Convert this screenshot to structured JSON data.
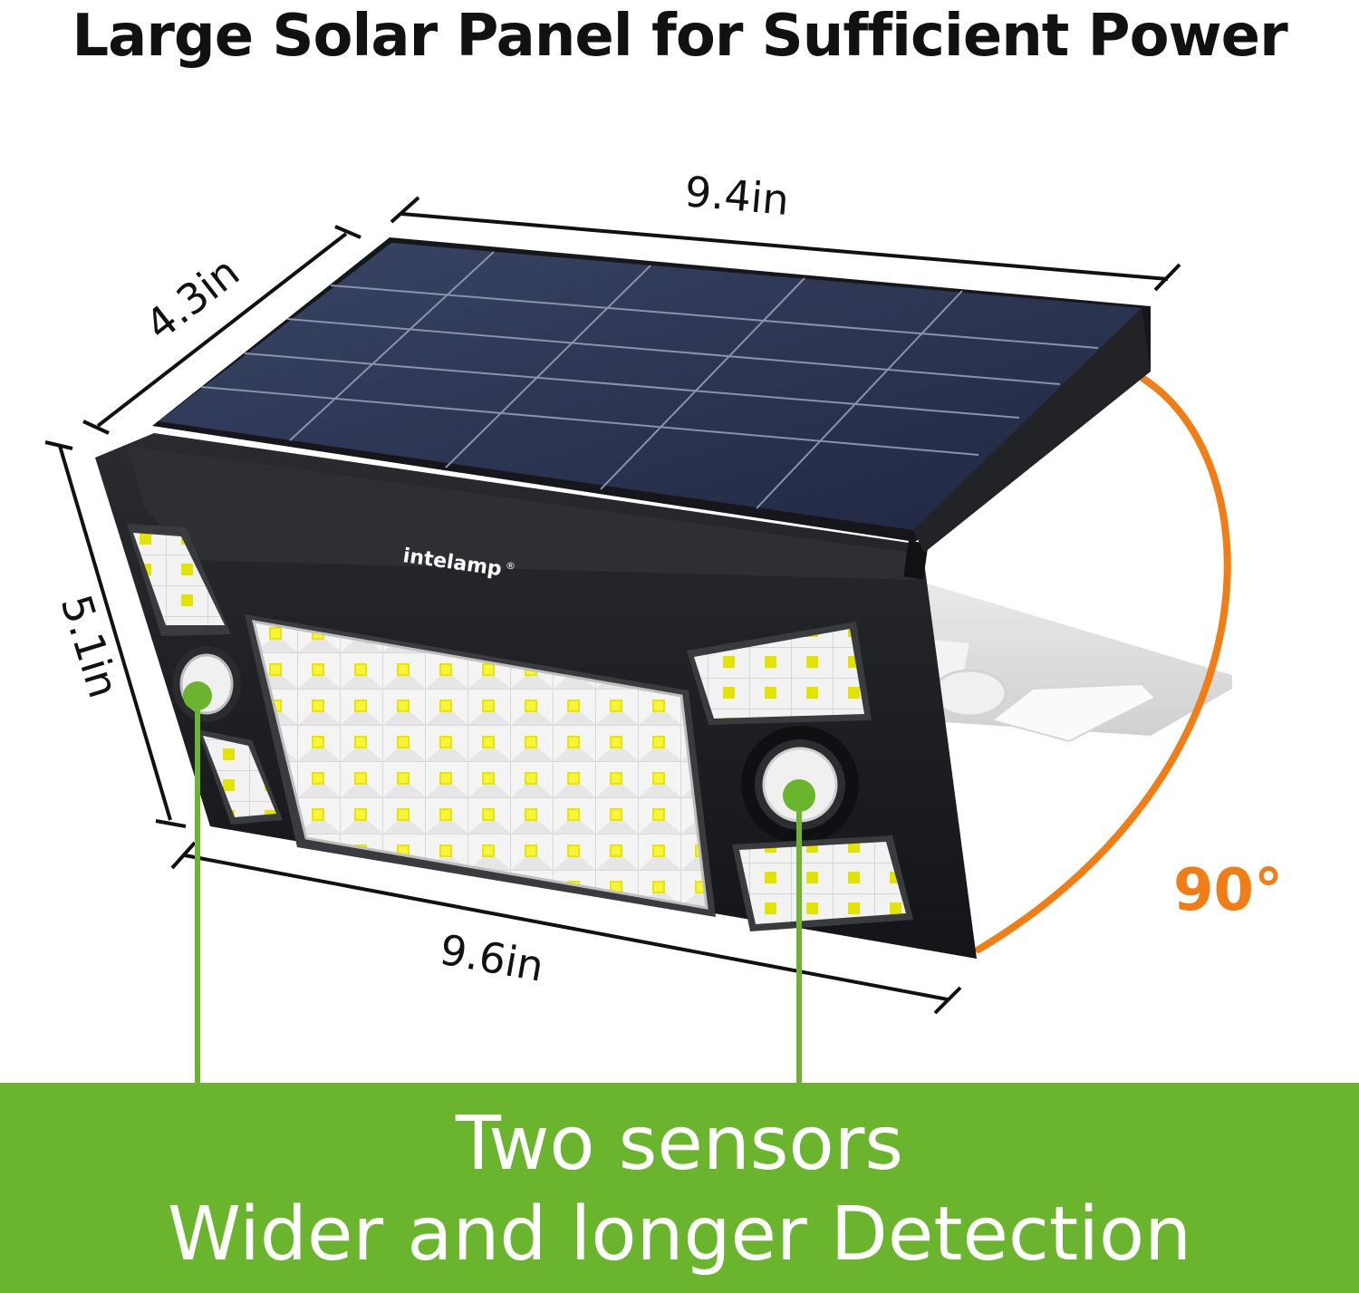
{
  "headline": "Large Solar Panel for Sufficient Power",
  "dimensions": {
    "panel_width": "9.4in",
    "panel_depth": "4.3in",
    "height": "5.1in",
    "body_width": "9.6in"
  },
  "rotation_angle": "90°",
  "brand": "intelamp",
  "brand_mark": "®",
  "banner": {
    "line1": "Two sensors",
    "line2": "Wider and longer Detection"
  },
  "colors": {
    "accent_green": "#6ab42e",
    "angle_orange": "#f07d16",
    "panel_blue": "#2b3550",
    "body_black": "#1e1f22"
  }
}
